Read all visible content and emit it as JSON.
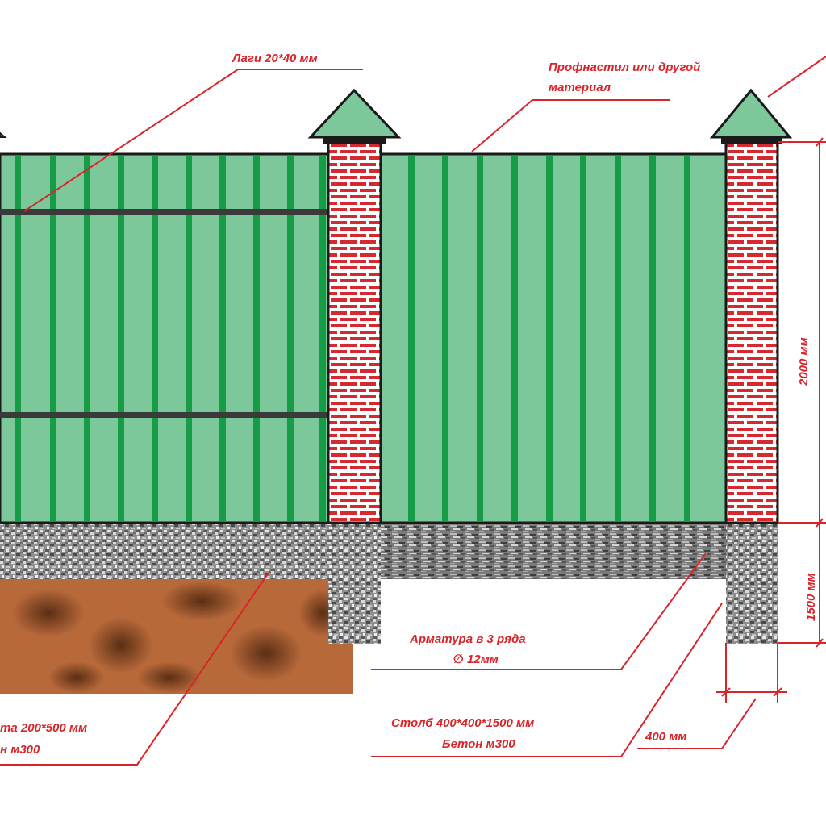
{
  "labels": {
    "lagi": "Лаги 20*40 мм",
    "profnastil_line1": "Профнастил или другой",
    "profnastil_line2": "материал",
    "height_2000": "2000 мм",
    "height_1500": "1500 мм",
    "armatura_line1": "Арматура в 3 ряда",
    "armatura_line2": "∅ 12мм",
    "stolb_line1": "Столб 400*400*1500 мм",
    "stolb_line2": "Бетон м300",
    "width_400": "400 мм",
    "lenta_line1": "та 200*500 мм",
    "lenta_line2": "н м300"
  },
  "colors": {
    "annotation": "#d9252a",
    "panel_fill": "#7dc89a",
    "panel_rib": "#169b46",
    "brick": "#d42a2f",
    "mortar": "#ffffff",
    "cap": "#7dc89a",
    "lag": "#3a3a3a",
    "concrete": "#9a9a9a",
    "soil": "#b86a3c"
  }
}
